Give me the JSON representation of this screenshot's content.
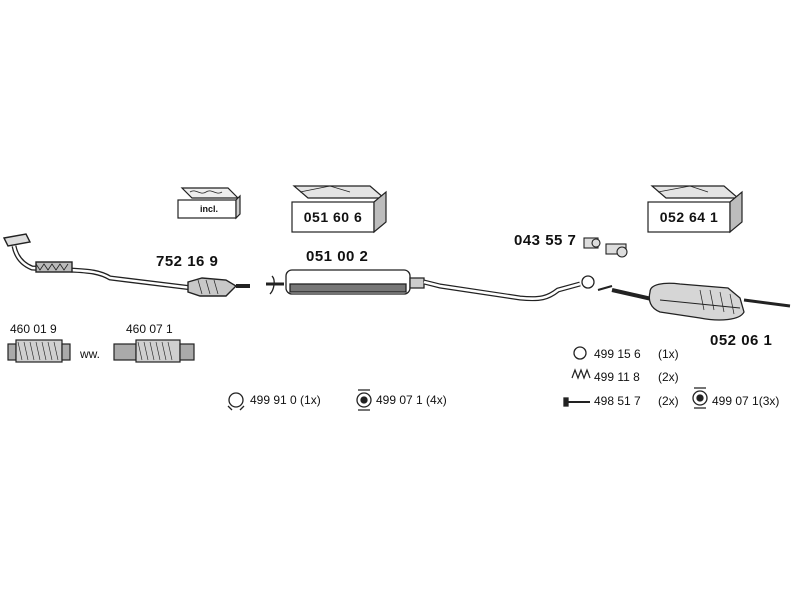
{
  "parts": {
    "front_pipe_cat": "752 16 9",
    "incl_box_label": "incl.",
    "box_1": "051 60 6",
    "middle_silencer": "051 00 2",
    "box_2": "052 64 1",
    "rear_silencer": "052 06 1",
    "mount_bolts": "043 55 7",
    "flex_1": "460 01 9",
    "flex_2": "460 07 1",
    "ww": "ww."
  },
  "accessories": {
    "ring_clamp": "499 91 0 (1x)",
    "rubber_hanger_a": "499 07 1 (4x)",
    "gasket_ring": "499 15 6",
    "gasket_ring_qty": "(1x)",
    "spring": "499 11 8",
    "spring_qty": "(2x)",
    "bolt": "498 51 7",
    "bolt_qty": "(2x)",
    "rubber_hanger_b": "499 07 1(3x)"
  }
}
